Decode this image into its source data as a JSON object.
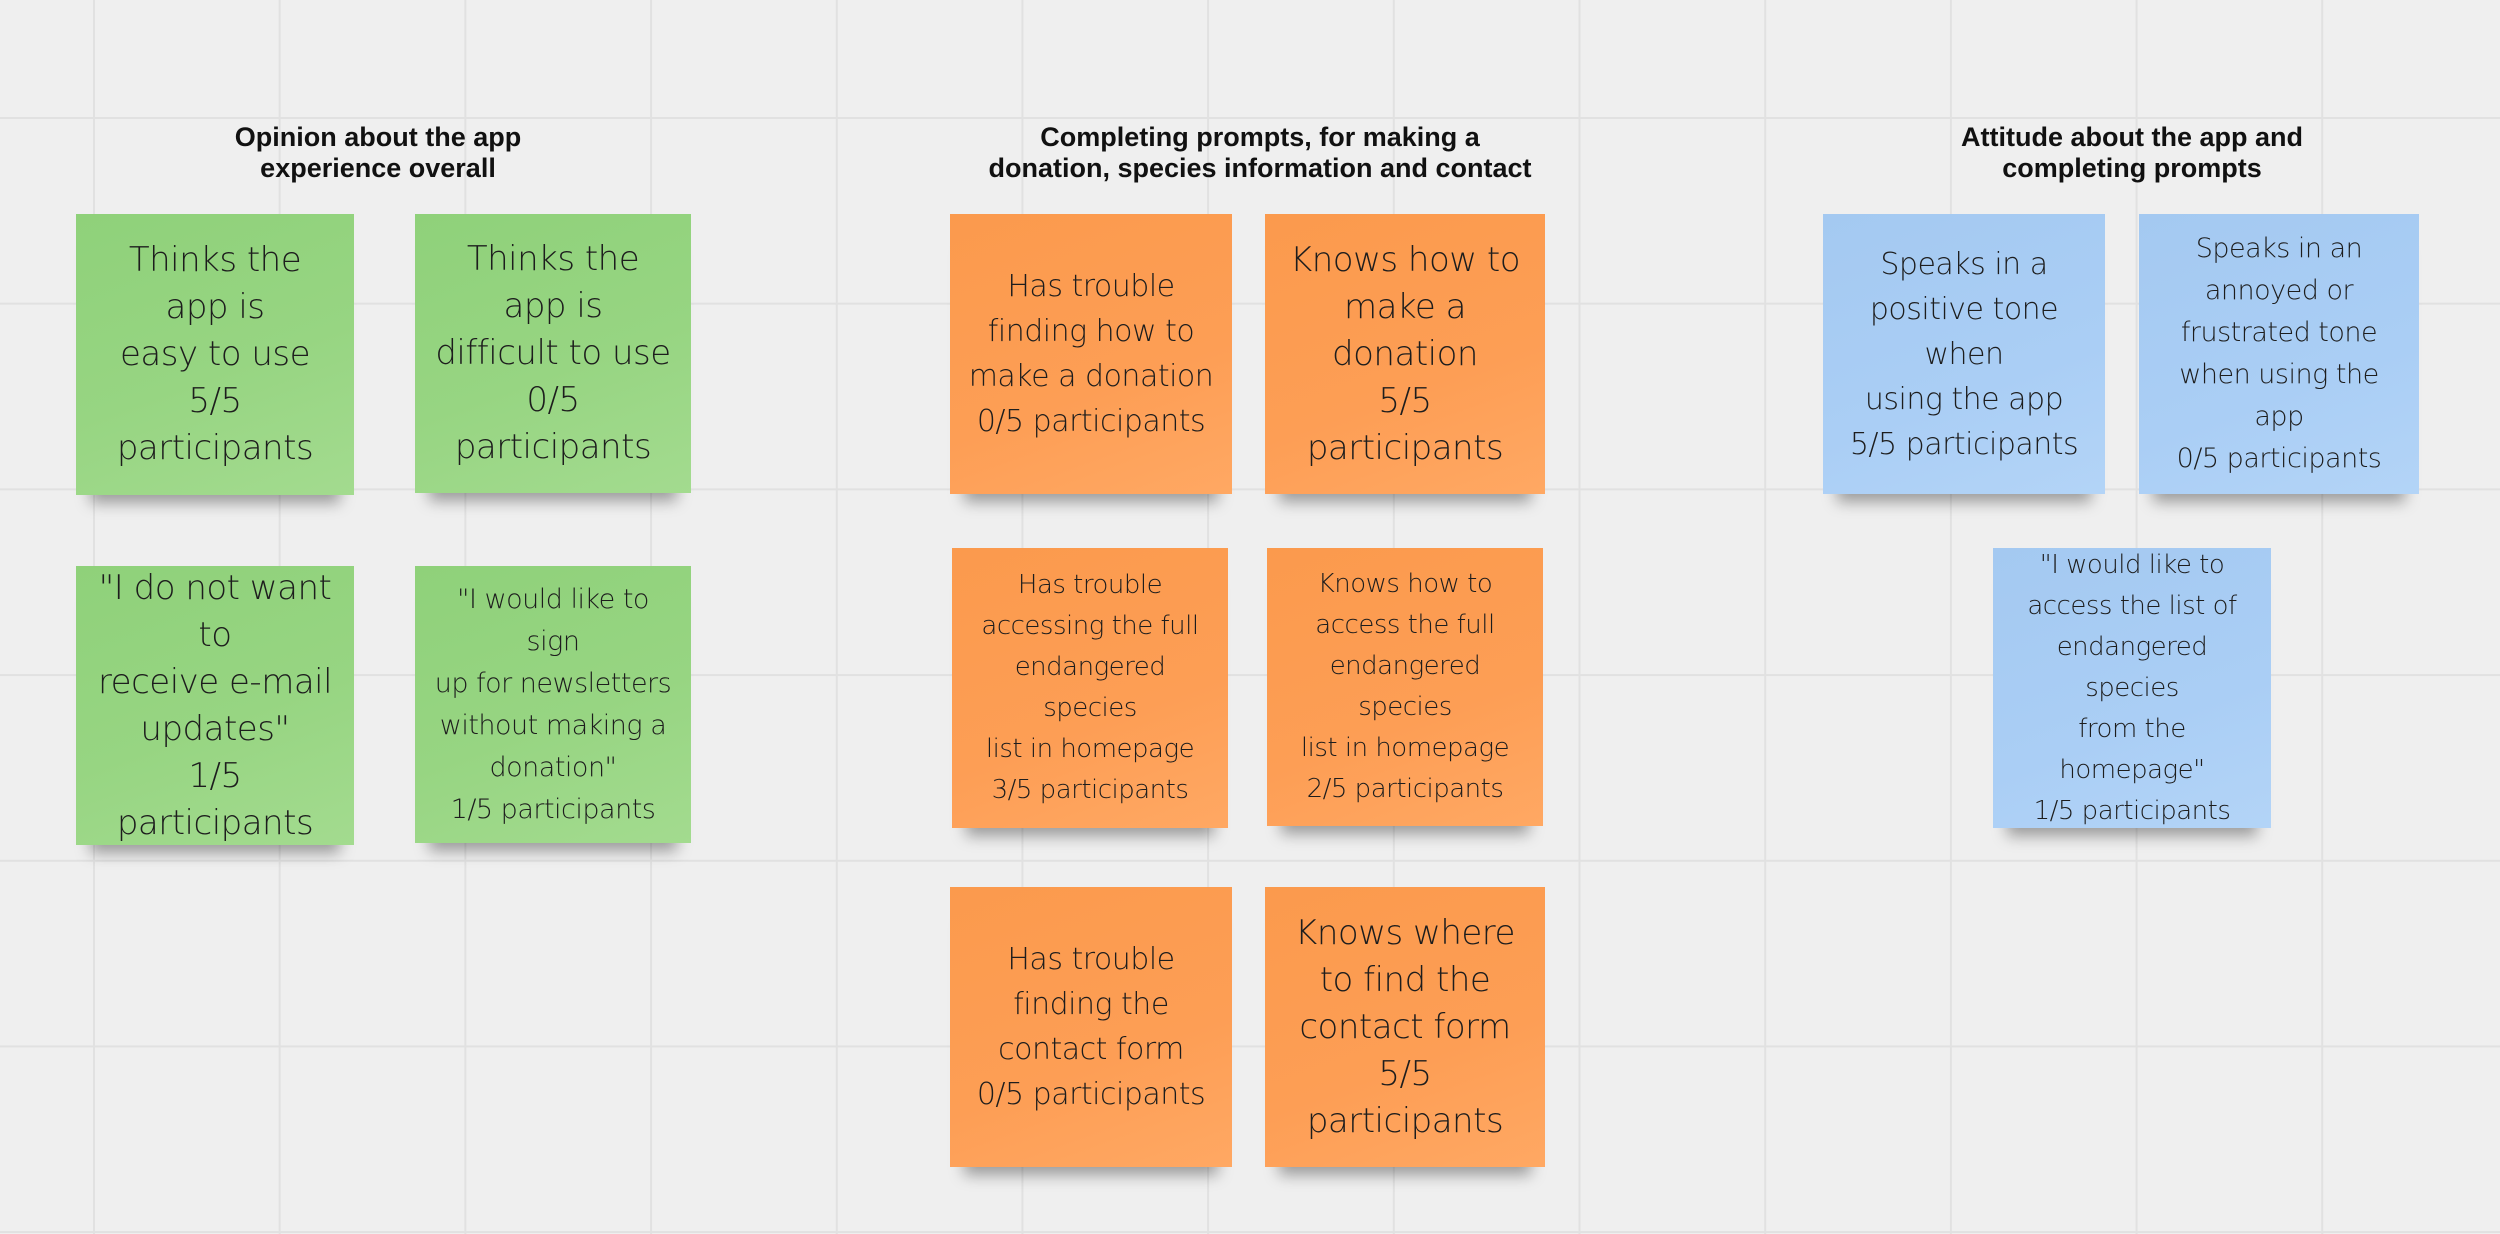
{
  "clusters": [
    {
      "title": "Opinion about the app\nexperience overall",
      "color": "#97d582",
      "notes": [
        "Thinks the app is\neasy to use\n5/5 participants",
        "Thinks the app is\ndifficult to use\n0/5\nparticipants",
        "\"I do not want to\nreceive e-mail\nupdates\"\n1/5 participants",
        "\"I would like to sign\nup for newsletters\nwithout making a\ndonation\"\n1/5 participants"
      ]
    },
    {
      "title": "Completing prompts, for making a\ndonation, species information and contact",
      "color": "#fd9e55",
      "notes": [
        "Has trouble\nfinding how to\nmake a donation\n0/5 participants",
        "Knows how to\nmake a donation\n5/5 participants",
        "Has trouble\naccessing the full\nendangered species\nlist in homepage\n3/5 participants",
        "Knows how to\naccess the full\nendangered species\nlist in homepage\n2/5 participants",
        "Has trouble\nfinding the\ncontact form\n0/5 participants",
        "Knows where\nto find the\ncontact form\n5/5 participants"
      ]
    },
    {
      "title": "Attitude about the app and\ncompleting prompts",
      "color": "#aacef5",
      "notes": [
        "Speaks in a\npositive tone when\nusing the app\n5/5 participants",
        "Speaks in an\nannoyed or\nfrustrated tone\nwhen using the app\n0/5 participants",
        "\"I would like to\naccess the list of\nendangered species\nfrom the homepage\"\n1/5 participants"
      ]
    }
  ]
}
